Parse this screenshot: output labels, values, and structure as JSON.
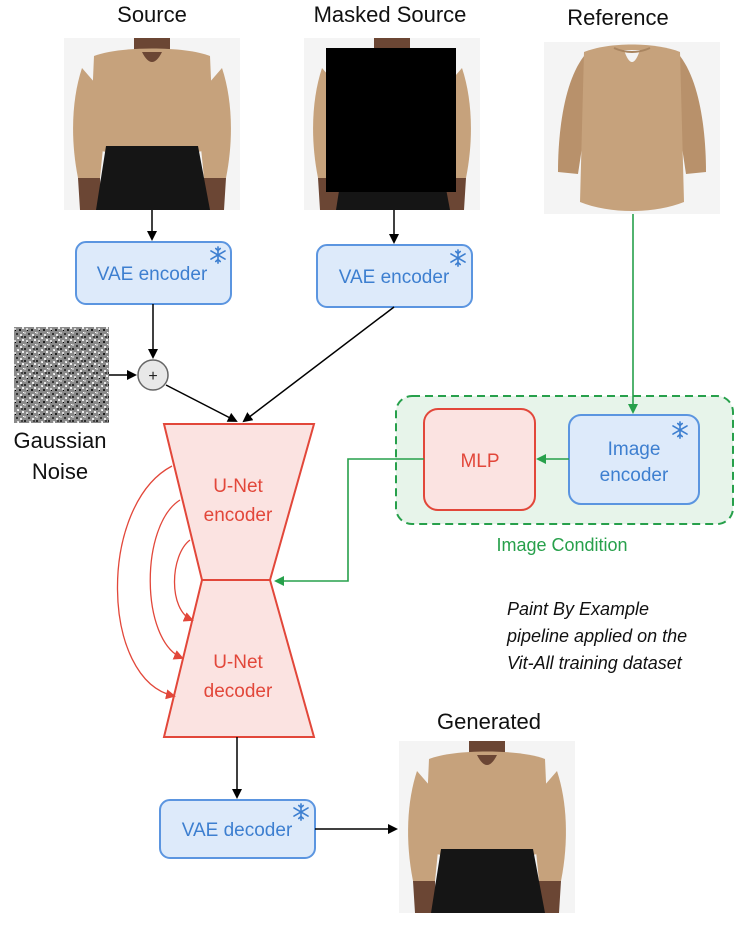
{
  "titles": {
    "source": "Source",
    "masked_source": "Masked Source",
    "reference": "Reference",
    "generated": "Generated",
    "gaussian_line1": "Gaussian",
    "gaussian_line2": "Noise"
  },
  "boxes": {
    "vae_encoder_1": "VAE encoder",
    "vae_encoder_2": "VAE encoder",
    "vae_decoder": "VAE decoder",
    "mlp": "MLP",
    "image_encoder_line1": "Image",
    "image_encoder_line2": "encoder",
    "unet_encoder_line1": "U-Net",
    "unet_encoder_line2": "encoder",
    "unet_decoder_line1": "U-Net",
    "unet_decoder_line2": "decoder"
  },
  "operators": {
    "plus": "+"
  },
  "group_label": "Image Condition",
  "note": {
    "line1": "Paint By Example",
    "line2": "pipeline applied on the",
    "line3": "Vit-All training dataset"
  },
  "colors": {
    "blue_box_fill": "#ddeafa",
    "blue_box_stroke": "#5b95e0",
    "blue_text": "#3d7fd0",
    "red_fill": "#fbe3e1",
    "red_stroke": "#e2473a",
    "green": "#27a04b",
    "green_fill": "#e7f4ea",
    "garment": "#c6a27c",
    "skirt": "#151515",
    "skin": "#6b4634"
  },
  "icons": {
    "frozen": "snowflake-icon"
  }
}
